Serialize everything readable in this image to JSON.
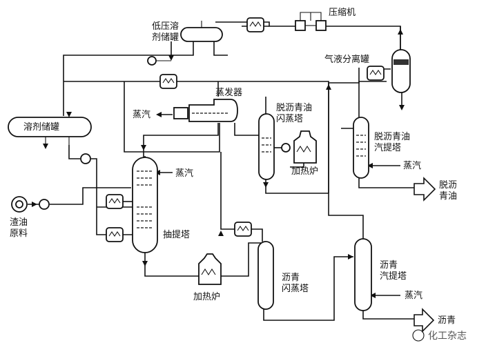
{
  "labels": {
    "compressor": "压缩机",
    "low_pressure_tank_1": "低压溶",
    "low_pressure_tank_2": "剂储罐",
    "solvent_tank": "溶剂储罐",
    "evaporator": "蒸发器",
    "steam_evaporator": "蒸汽",
    "gas_liquid_separator": "气液分离罐",
    "dao_flash_1": "脱沥青油",
    "dao_flash_2": "闪蒸塔",
    "heater_dao": "加热炉",
    "dao_stripper_1": "脱沥青油",
    "dao_stripper_2": "汽提塔",
    "steam_dao_stripper": "蒸汽",
    "dao_product_1": "脱沥",
    "dao_product_2": "青油",
    "residue_1": "渣油",
    "residue_2": "原料",
    "steam_extraction": "蒸汽",
    "extraction_tower": "抽提塔",
    "heater_asphalt": "加热炉",
    "asphalt_flash_1": "沥青",
    "asphalt_flash_2": "闪蒸塔",
    "asphalt_stripper_1": "沥青",
    "asphalt_stripper_2": "汽提塔",
    "steam_asphalt_stripper": "蒸汽",
    "asphalt_product": "沥青",
    "watermark": "化工杂志"
  }
}
